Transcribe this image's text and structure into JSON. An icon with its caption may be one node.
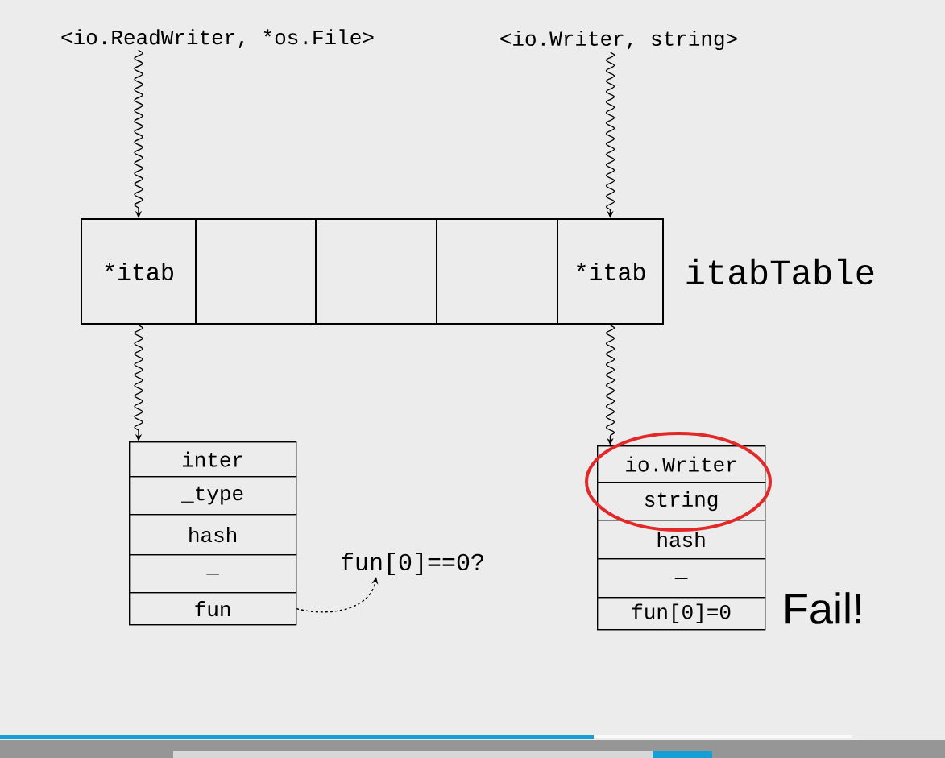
{
  "diagram": {
    "nodes": [
      {
        "text": [
          "<io.ReadWriter, *os.File>"
        ]
      },
      {
        "text": [
          "<io.Writer, string>"
        ]
      },
      {
        "text": [],
        "shape": "box",
        "beside": [
          "itabTable"
        ]
      },
      {
        "text": [
          "*itab"
        ],
        "in": 2
      },
      {
        "text": [],
        "shape": "box",
        "in": 2
      },
      {
        "text": [],
        "shape": "box",
        "in": 2
      },
      {
        "text": [],
        "shape": "box",
        "in": 2
      },
      {
        "text": [
          "*itab"
        ],
        "in": 2
      },
      {
        "text": [],
        "shape": "box"
      },
      {
        "text": [
          "inter"
        ],
        "in": 8
      },
      {
        "text": [
          "_type"
        ],
        "in": 8
      },
      {
        "text": [
          "hash"
        ],
        "in": 8
      },
      {
        "text": [
          "_"
        ],
        "in": 8
      },
      {
        "text": [
          "fun"
        ],
        "in": 8
      },
      {
        "text": [
          "fun[0]==0?"
        ]
      },
      {
        "text": [],
        "shape": "box"
      },
      {
        "text": [
          "io.Writer"
        ],
        "in": 15
      },
      {
        "text": [
          "string"
        ],
        "in": 15
      },
      {
        "text": [
          "hash"
        ],
        "in": 15
      },
      {
        "text": [
          "_"
        ],
        "in": 15
      },
      {
        "text": [
          "fun[0]=0"
        ],
        "in": 15
      }
    ],
    "edges": [
      {
        "from": 0,
        "to": 3,
        "arrow": "to"
      },
      {
        "from": 1,
        "to": 7,
        "arrow": "to"
      },
      {
        "from": 3,
        "to": 8,
        "arrow": "to"
      },
      {
        "from": 7,
        "to": 15,
        "arrow": "to"
      },
      {
        "from": 13,
        "to": 14,
        "arrow": "to",
        "style": "dashed"
      }
    ],
    "labels": [
      "Fail!"
    ]
  }
}
